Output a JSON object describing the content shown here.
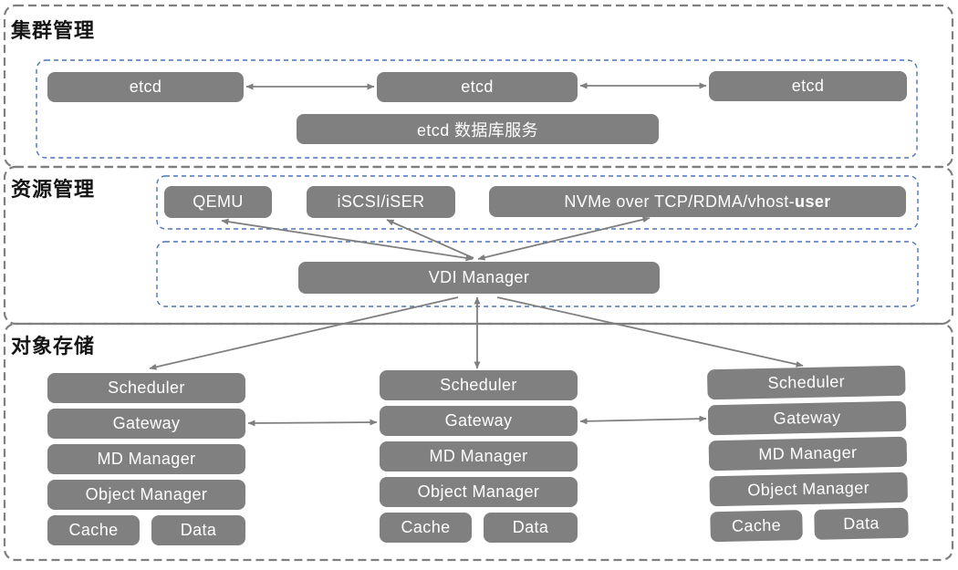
{
  "colors": {
    "node_fill": "#808080",
    "node_text": "#ffffff",
    "section_border": "#7f7f7f",
    "inner_border": "#4d74b5",
    "arrow": "#7f7f7f",
    "title_text": "#141414",
    "background": "#ffffff"
  },
  "sections": {
    "cluster": {
      "title": "集群管理",
      "etcd_nodes": [
        "etcd",
        "etcd",
        "etcd"
      ],
      "db_service": "etcd 数据库服务"
    },
    "resource": {
      "title": "资源管理",
      "qemu": "QEMU",
      "iscsi": "iSCSI/iSER",
      "nvme_prefix": "NVMe over TCP/RDMA/vhost-",
      "nvme_bold": "user",
      "vdi_manager": "VDI Manager"
    },
    "storage": {
      "title": "对象存储",
      "stacks": [
        {
          "scheduler": "Scheduler",
          "gateway": "Gateway",
          "md_manager": "MD Manager",
          "object_manager": "Object Manager",
          "cache": "Cache",
          "data": "Data"
        },
        {
          "scheduler": "Scheduler",
          "gateway": "Gateway",
          "md_manager": "MD Manager",
          "object_manager": "Object Manager",
          "cache": "Cache",
          "data": "Data"
        },
        {
          "scheduler": "Scheduler",
          "gateway": "Gateway",
          "md_manager": "MD Manager",
          "object_manager": "Object Manager",
          "cache": "Cache",
          "data": "Data"
        }
      ]
    }
  }
}
